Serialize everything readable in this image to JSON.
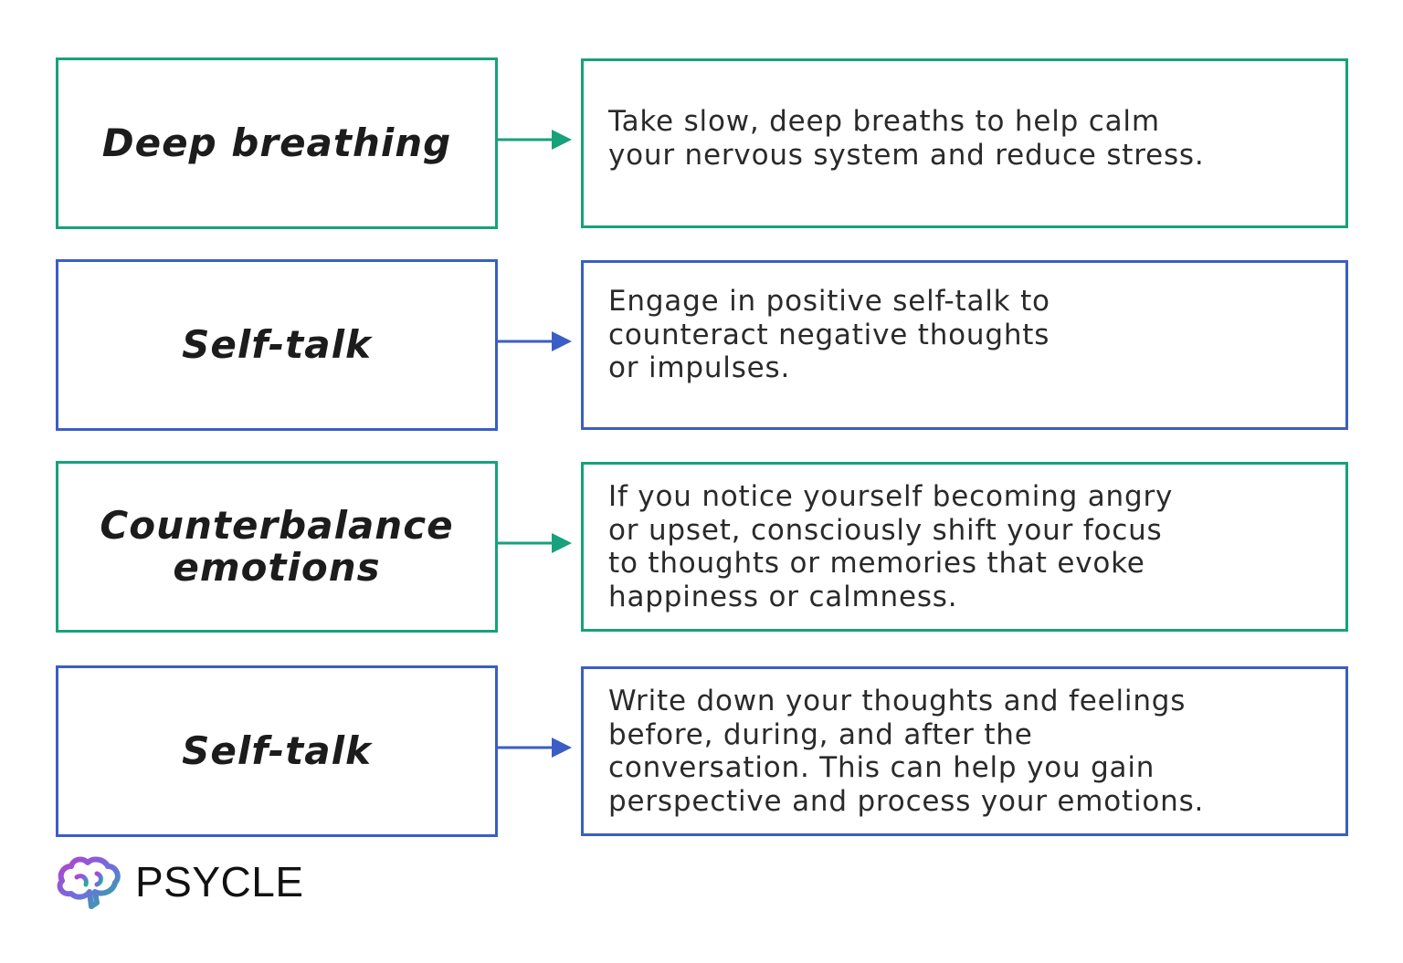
{
  "colors": {
    "green": "#16a27a",
    "blue": "#3a5ec5"
  },
  "rows": [
    {
      "label": "Deep breathing",
      "description": "Take slow, deep breaths to help calm\nyour nervous system and reduce stress.",
      "color": "green"
    },
    {
      "label": "Self-talk",
      "description": "Engage in positive self-talk to\ncounteract negative thoughts\nor impulses.",
      "color": "blue"
    },
    {
      "label": "Counterbalance emotions",
      "description": "If you notice yourself becoming angry\nor upset, consciously shift your focus\nto thoughts or memories that evoke\nhappiness or calmness.",
      "color": "green"
    },
    {
      "label": "Self-talk",
      "description": "Write down your thoughts and feelings\nbefore, during, and after the\nconversation. This can help you gain\nperspective and process your emotions.",
      "color": "blue"
    }
  ],
  "logo": {
    "text": "PSYCLE",
    "icon": "brain-icon"
  }
}
